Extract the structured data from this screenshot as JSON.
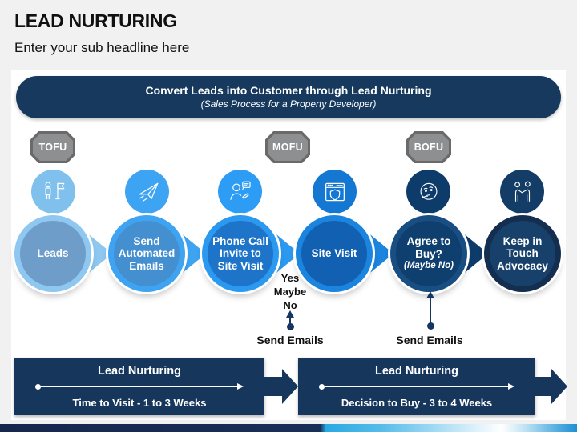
{
  "header": {
    "title": "LEAD NURTURING",
    "subtitle": "Enter your sub headline here"
  },
  "banner": {
    "title": "Convert Leads into Customer through Lead Nurturing",
    "subtitle": "(Sales Process for a Property Developer)"
  },
  "funnel_badges": [
    {
      "label": "TOFU"
    },
    {
      "label": "MOFU"
    },
    {
      "label": "BOFU"
    }
  ],
  "stages": [
    {
      "label": "Leads",
      "icon": "person-with-flag-icon"
    },
    {
      "label": "Send Automated Emails",
      "icon": "paper-plane-icon"
    },
    {
      "label": "Phone Call Invite to Site Visit",
      "icon": "support-agent-icon"
    },
    {
      "label": "Site Visit",
      "icon": "secure-website-icon"
    },
    {
      "label": "Agree to Buy?",
      "sublabel": "(Maybe No)",
      "icon": "thinking-face-icon"
    },
    {
      "label": "Keep in Touch Advocacy",
      "icon": "handshake-icon"
    }
  ],
  "annotations": {
    "decision_options": [
      "Yes",
      "Maybe",
      "No"
    ],
    "send_emails_left": "Send Emails",
    "send_emails_right": "Send Emails"
  },
  "timelines": [
    {
      "title": "Lead Nurturing",
      "detail": "Time to Visit - 1 to 3 Weeks"
    },
    {
      "title": "Lead Nurturing",
      "detail": "Decision to Buy - 3 to 4 Weeks"
    }
  ],
  "colors": {
    "background": "#f1f1f2",
    "panel": "#ffffff",
    "banner_navy": "#17395e",
    "timeline_navy": "#16365c",
    "badge_gray": "#8e8f90",
    "badge_border": "#6a6a6a",
    "stage_icon_bg": [
      "#7fc0ec",
      "#3da3f3",
      "#2d9cf4",
      "#1478d2",
      "#0e3c6a",
      "#133c66"
    ],
    "stage_ring": [
      "#8ec7ef",
      "#3ea4f2",
      "#2c99f0",
      "#1b84de",
      "#184e82",
      "#142e4f"
    ],
    "stage_fill": [
      "#6e9dca",
      "#448fd0",
      "#1d74c8",
      "#1160b2",
      "#0e3f6e",
      "#17406b"
    ],
    "flow_arrows": [
      "#8ec7ef",
      "#3ea4f2",
      "#2c99f0",
      "#1b84de",
      "#0e3c6a"
    ],
    "strip_blue": "#2aa9e2"
  }
}
